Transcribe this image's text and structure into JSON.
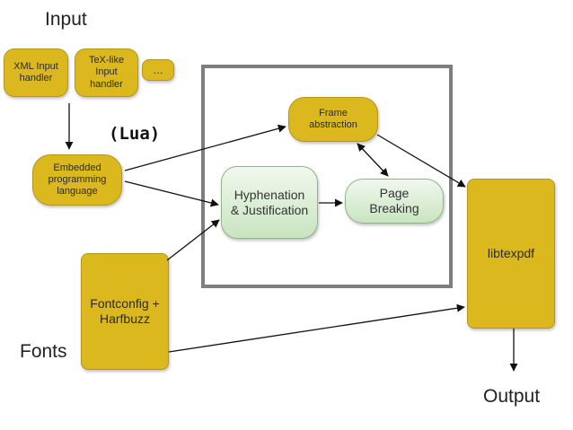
{
  "labels": {
    "input": "Input",
    "fonts": "Fonts",
    "output": "Output",
    "lua": "(Lua)"
  },
  "nodes": {
    "xml_handler": "XML Input\nhandler",
    "tex_handler": "TeX-like\nInput\nhandler",
    "ellipsis": "…",
    "embedded_language": "Embedded\nprogramming\nlanguage",
    "frame_abstraction": "Frame\nabstraction",
    "hyphenation": "Hyphenation\n& Justification",
    "page_breaking": "Page\nBreaking",
    "fontconfig": "Fontconfig +\nHarfbuzz",
    "libtexpdf": "libtexpdf"
  },
  "colors": {
    "gold": "#dcb81f",
    "green": "#c9e4c0",
    "frame": "#7e7e7e"
  }
}
